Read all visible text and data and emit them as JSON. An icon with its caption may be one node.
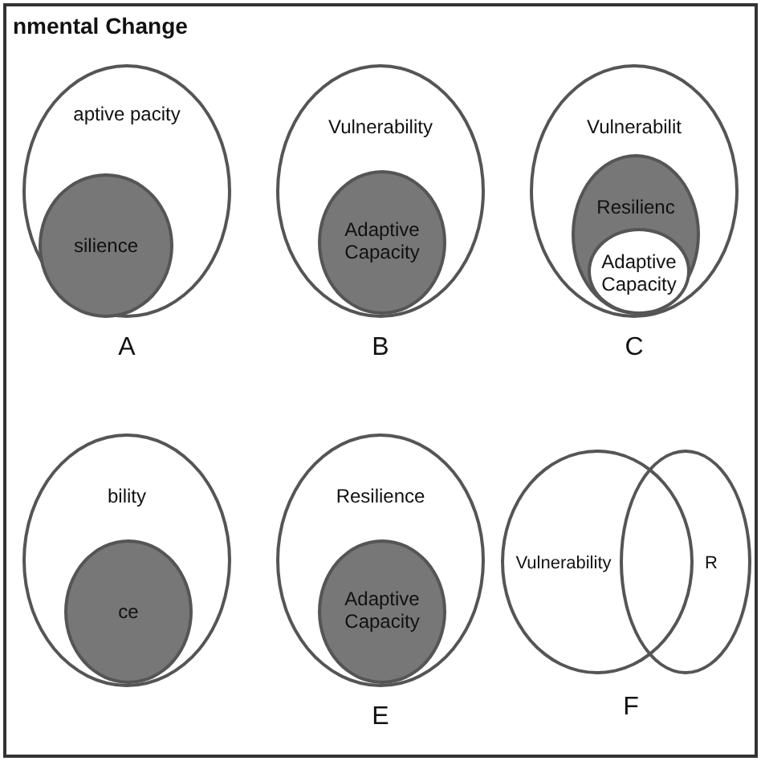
{
  "diagram": {
    "title": "nmental Change",
    "nodes": [
      {
        "text": [
          "aptive pacity"
        ],
        "beside": [
          "A"
        ]
      },
      {
        "text": [
          "silience"
        ],
        "in": 0
      },
      {
        "text": [
          "Vulnerability"
        ],
        "beside": [
          "B"
        ]
      },
      {
        "text": [
          "Adaptive Capacity"
        ],
        "in": 2
      },
      {
        "text": [
          "Vulnerabilit"
        ],
        "beside": [
          "C"
        ]
      },
      {
        "text": [
          "Resilienc"
        ],
        "in": 4
      },
      {
        "text": [
          "Adaptive Capacity"
        ],
        "in": 5
      },
      {
        "text": [
          "bility"
        ]
      },
      {
        "text": [
          "ce"
        ],
        "in": 7
      },
      {
        "text": [
          "Resilience"
        ],
        "beside": [
          "E"
        ]
      },
      {
        "text": [
          "Adaptive Capacity"
        ],
        "in": 9
      },
      {
        "text": [
          "Vulnerability"
        ]
      },
      {
        "text": [
          "R"
        ]
      }
    ],
    "labels": [
      "F"
    ]
  }
}
